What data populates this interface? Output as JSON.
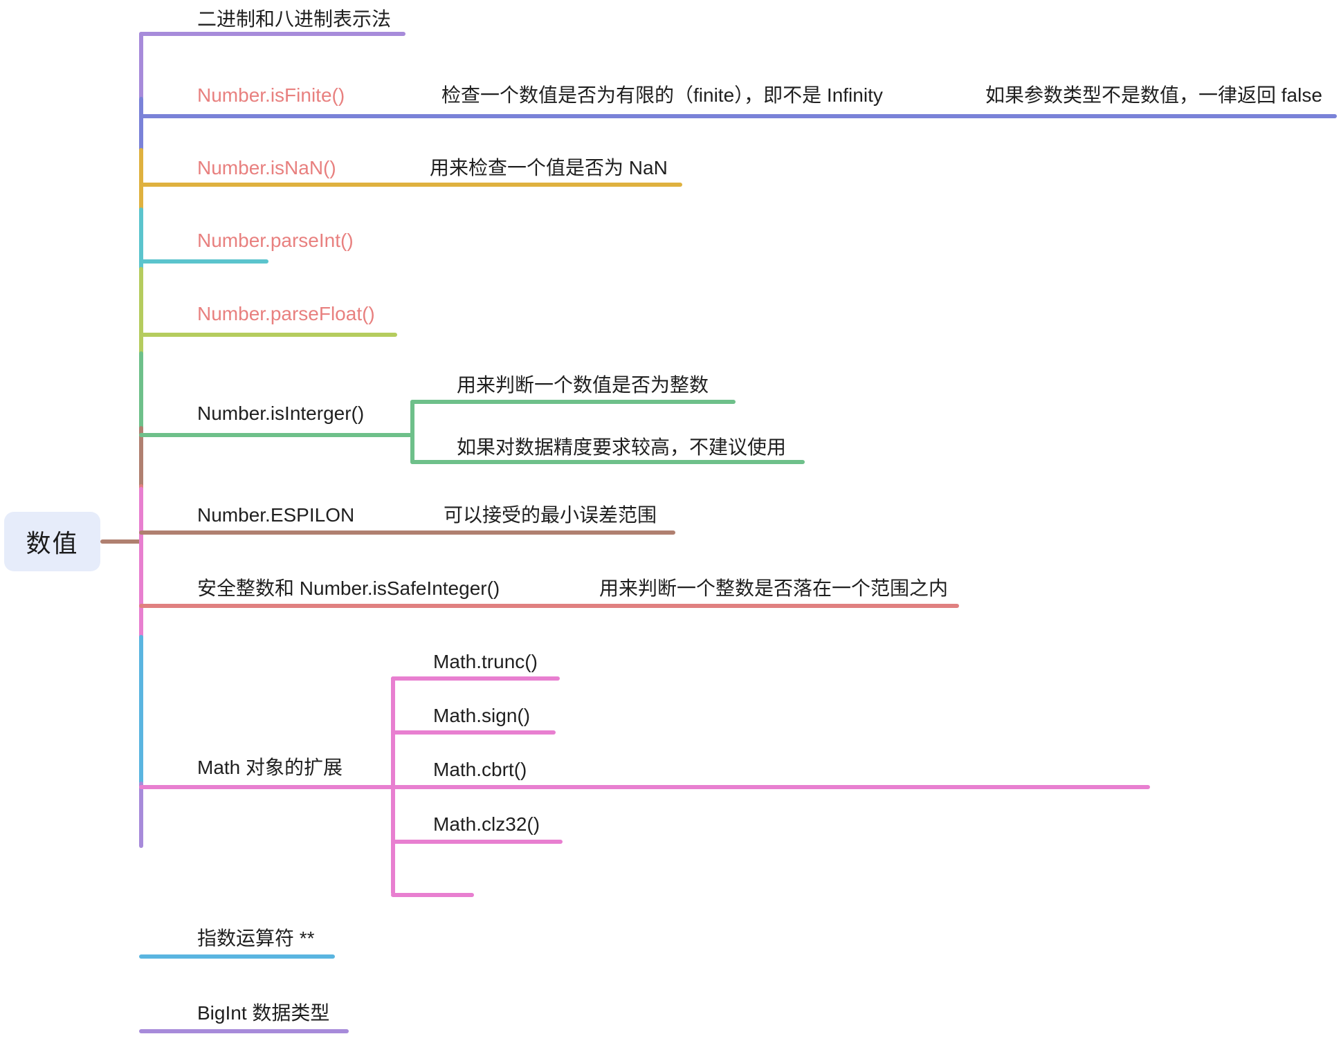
{
  "mindmap": {
    "title": "数值",
    "root": {
      "label": "数值"
    },
    "branches": [
      {
        "id": "binary-octal",
        "label": "二进制和八进制表示法",
        "accent": false,
        "color": "#a78bda",
        "children": []
      },
      {
        "id": "number-isfinite",
        "label": "Number.isFinite()",
        "accent": true,
        "color": "#7a82d8",
        "children": [
          {
            "id": "isfinite-desc-1",
            "label": "检查一个数值是否为有限的（finite），即不是 Infinity"
          },
          {
            "id": "isfinite-desc-2",
            "label": "如果参数类型不是数值，一律返回 false"
          }
        ]
      },
      {
        "id": "number-isnan",
        "label": "Number.isNaN()",
        "accent": true,
        "color": "#dfb13f",
        "children": [
          {
            "id": "isnan-desc-1",
            "label": "用来检查一个值是否为 NaN"
          }
        ]
      },
      {
        "id": "number-parseint",
        "label": "Number.parseInt()",
        "accent": true,
        "color": "#5bc4cd",
        "children": []
      },
      {
        "id": "number-parsefloat",
        "label": "Number.parseFloat()",
        "accent": true,
        "color": "#b5cc5e",
        "children": []
      },
      {
        "id": "number-isinterger",
        "label": "Number.isInterger()",
        "accent": false,
        "color": "#6ec08a",
        "children": [
          {
            "id": "isinterger-desc-1",
            "label": "用来判断一个数值是否为整数"
          },
          {
            "id": "isinterger-desc-2",
            "label": "如果对数据精度要求较高，不建议使用"
          }
        ]
      },
      {
        "id": "number-espilon",
        "label": "Number.ESPILON",
        "accent": false,
        "color": "#b08070",
        "children": [
          {
            "id": "espilon-desc-1",
            "label": "可以接受的最小误差范围"
          }
        ]
      },
      {
        "id": "safe-integer",
        "label": "安全整数和 Number.isSafeInteger()",
        "accent": false,
        "color": "#e08080",
        "children": [
          {
            "id": "safe-integer-desc-1",
            "label": "用来判断一个整数是否落在一个范围之内"
          }
        ]
      },
      {
        "id": "math-extension",
        "label": "Math 对象的扩展",
        "accent": false,
        "color": "#e87fd0",
        "children": [
          {
            "id": "math-trunc",
            "label": "Math.trunc()"
          },
          {
            "id": "math-sign",
            "label": "Math.sign()"
          },
          {
            "id": "math-cbrt",
            "label": "Math.cbrt()"
          },
          {
            "id": "math-clz32",
            "label": "Math.clz32()"
          },
          {
            "id": "math-empty",
            "label": ""
          }
        ]
      },
      {
        "id": "exponent-operator",
        "label": "指数运算符 **",
        "accent": false,
        "color": "#5ab5e0",
        "children": []
      },
      {
        "id": "bigint-type",
        "label": "BigInt 数据类型",
        "accent": false,
        "color": "#a78bda",
        "children": []
      }
    ]
  }
}
